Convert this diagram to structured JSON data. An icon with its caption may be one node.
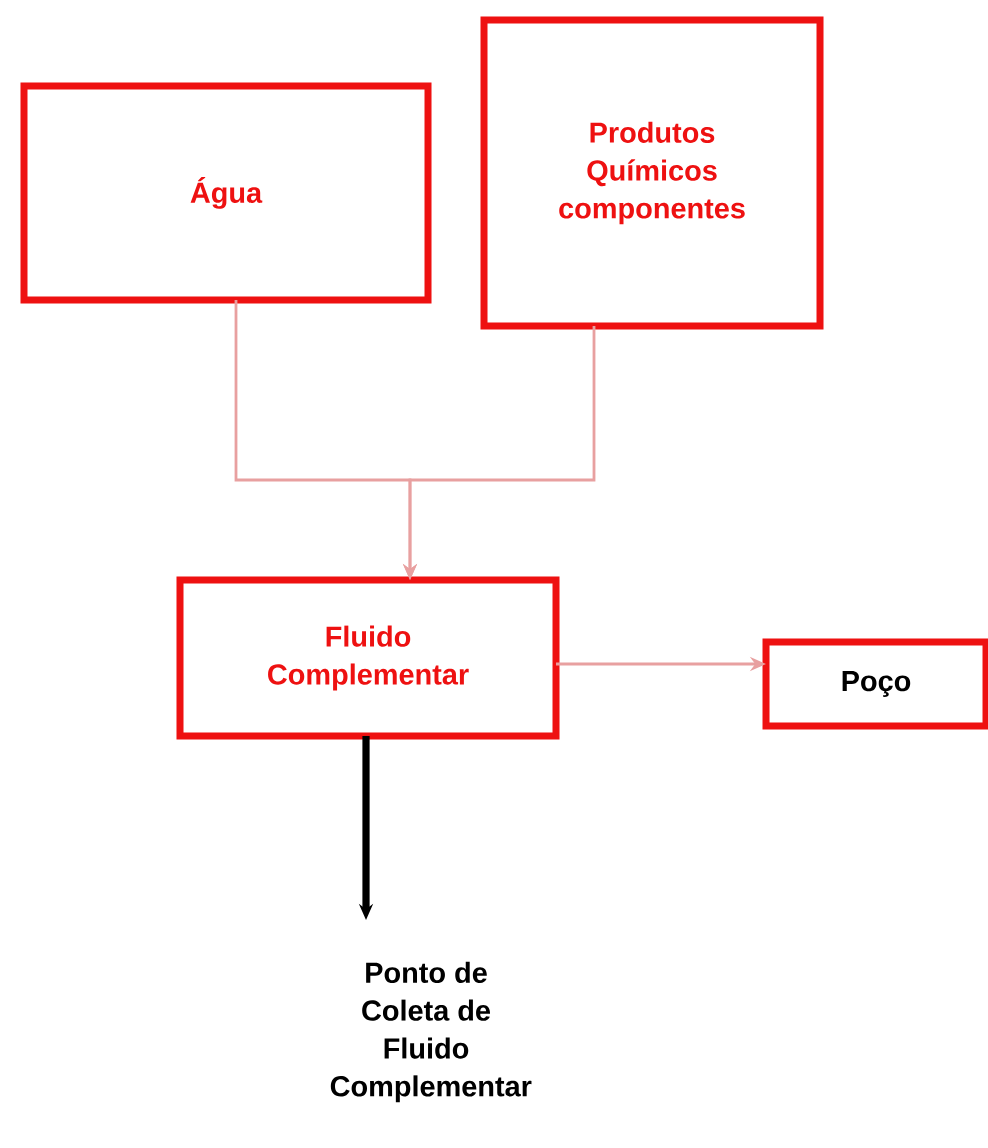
{
  "diagram": {
    "nodes": [
      {
        "text": [
          "Água"
        ]
      },
      {
        "text": [
          "Produtos Químicos componentes"
        ]
      },
      {
        "text": [
          "Fluido Complementar"
        ]
      },
      {
        "text": [
          "Poço"
        ]
      },
      {
        "text": [
          "Ponto de Coleta de Fluido Complementar"
        ]
      }
    ],
    "edges": [
      {
        "from": 0,
        "to": 2,
        "arrow": "to"
      },
      {
        "from": 1,
        "to": 2,
        "arrow": "to"
      },
      {
        "from": 2,
        "to": 3,
        "arrow": "to"
      },
      {
        "from": 2,
        "to": 4,
        "arrow": "to",
        "style": "thick",
        "color": "#000000"
      }
    ]
  }
}
